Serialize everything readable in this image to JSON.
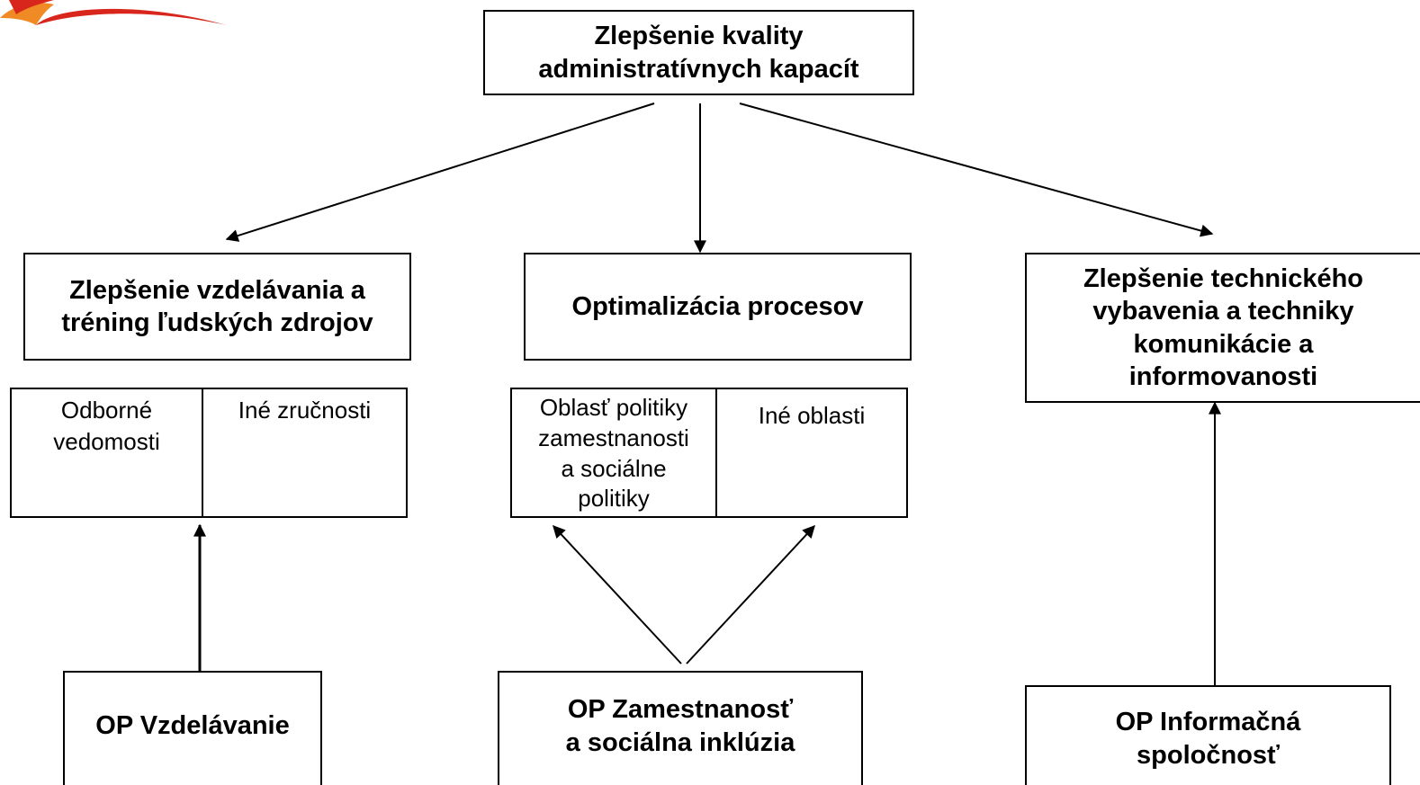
{
  "top_box": {
    "line1": "Zlepšenie kvality",
    "line2": "administratívnych kapacít"
  },
  "left_box": {
    "line1": "Zlepšenie vzdelávania a",
    "line2": "tréning ľudských zdrojov"
  },
  "middle_box": {
    "line1": "Optimalizácia procesov"
  },
  "right_box": {
    "line1": "Zlepšenie technického",
    "line2": "vybavenia a techniky",
    "line3": "komunikácie a",
    "line4": "informovanosti"
  },
  "left_split": {
    "cell1_line1": "Odborné",
    "cell1_line2": "vedomosti",
    "cell2_line1": "Iné zručnosti"
  },
  "middle_split": {
    "cell1_line1": "Oblasť politiky",
    "cell1_line2": "zamestnanosti",
    "cell1_line3": "a sociálne",
    "cell1_line4": "politiky",
    "cell2_line1": "Iné oblasti"
  },
  "bottom_left": {
    "line1": "OP Vzdelávanie"
  },
  "bottom_middle": {
    "line1": "OP Zamestnanosť",
    "line2": "a sociálna inklúzia"
  },
  "bottom_right": {
    "line1": "OP Informačná",
    "line2": "spoločnosť"
  },
  "logo_colors": {
    "red": "#d9261c",
    "orange": "#f08a24"
  }
}
